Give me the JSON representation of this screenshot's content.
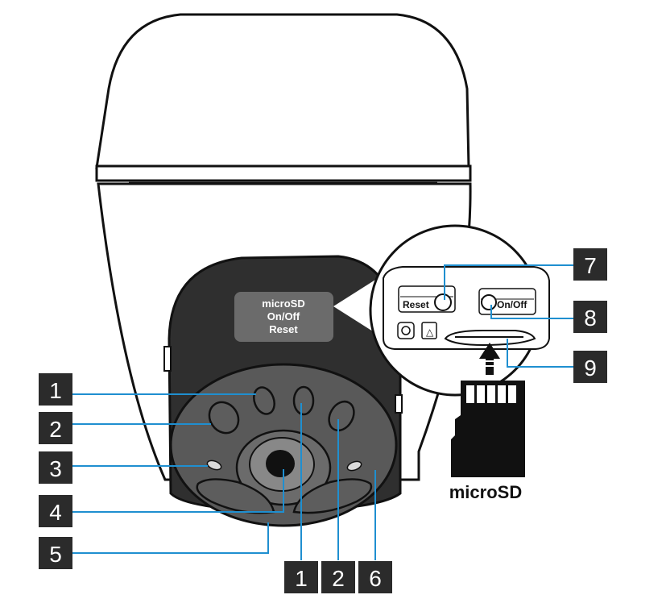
{
  "panel": {
    "line1": "microSD",
    "line2": "On/Off",
    "line3": "Reset"
  },
  "inset": {
    "reset_label": "Reset",
    "onoff_label": "On/Off"
  },
  "card_label": "microSD",
  "callouts": [
    {
      "id": "c1-left",
      "number": "1"
    },
    {
      "id": "c2-left",
      "number": "2"
    },
    {
      "id": "c3-left",
      "number": "3"
    },
    {
      "id": "c4-left",
      "number": "4"
    },
    {
      "id": "c5-left",
      "number": "5"
    },
    {
      "id": "c1-bottom",
      "number": "1"
    },
    {
      "id": "c2-bottom",
      "number": "2"
    },
    {
      "id": "c6-bottom",
      "number": "6"
    },
    {
      "id": "c7-right",
      "number": "7"
    },
    {
      "id": "c8-right",
      "number": "8"
    },
    {
      "id": "c9-right",
      "number": "9"
    }
  ],
  "colors": {
    "body_white": "#ffffff",
    "outline": "#111111",
    "dark_body": "#2f2f2f",
    "face_gray": "#595959",
    "panel_gray": "#6b6b6b",
    "callout_box": "#2b2b2b",
    "leader_blue": "#1f8fd0",
    "inset_fill": "#ffffff"
  }
}
